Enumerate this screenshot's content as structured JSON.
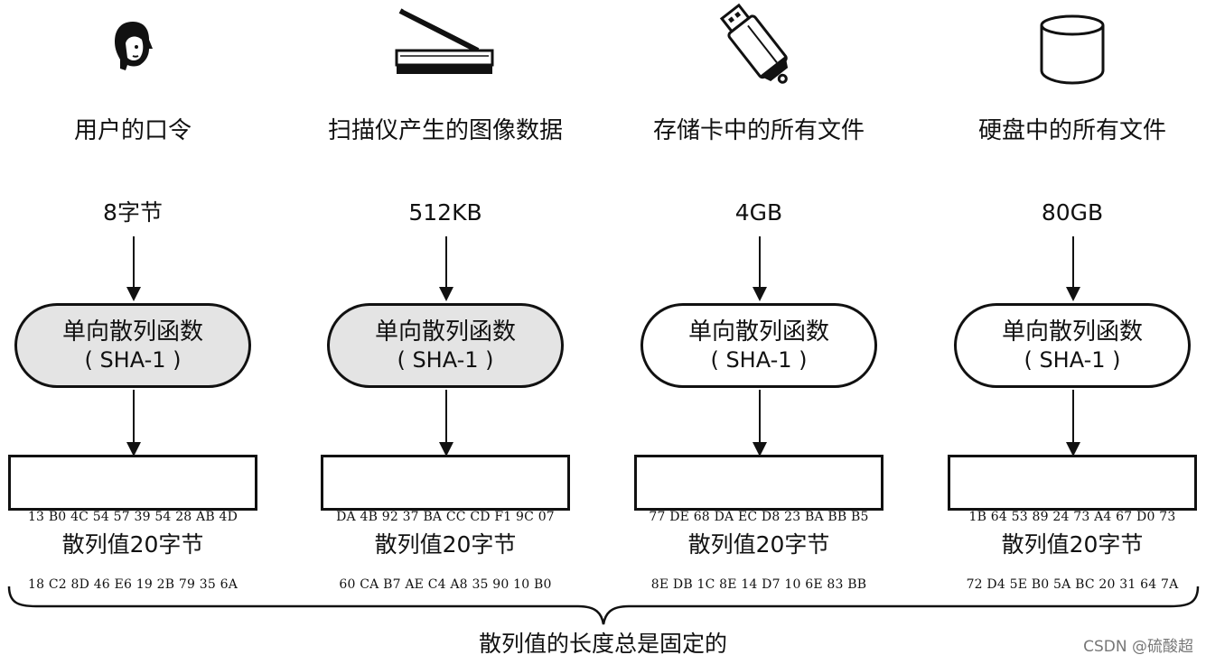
{
  "columns": [
    {
      "icon": "person-head-icon",
      "source": "用户的口令",
      "size": "8字节",
      "function": {
        "name": "单向散列函数",
        "algorithm": "( SHA-1 )",
        "shaded": true
      },
      "hash_rows": [
        "13 B0 4C 54 57 39 54 28 AB 4D",
        "18 C2 8D 46 E6 19 2B 79 35 6A"
      ],
      "hash_caption": "散列值20字节"
    },
    {
      "icon": "flatbed-scanner-icon",
      "source": "扫描仪产生的图像数据",
      "size": "512KB",
      "function": {
        "name": "单向散列函数",
        "algorithm": "( SHA-1 )",
        "shaded": true
      },
      "hash_rows": [
        "DA 4B 92 37 BA CC CD F1 9C 07",
        "60 CA B7 AE C4 A8 35 90 10 B0"
      ],
      "hash_caption": "散列值20字节"
    },
    {
      "icon": "usb-drive-icon",
      "source": "存储卡中的所有文件",
      "size": "4GB",
      "function": {
        "name": "单向散列函数",
        "algorithm": "( SHA-1 )",
        "shaded": false
      },
      "hash_rows": [
        "77 DE 68 DA EC D8 23 BA BB B5",
        "8E DB 1C 8E 14 D7 10 6E 83 BB"
      ],
      "hash_caption": "散列值20字节"
    },
    {
      "icon": "hard-disk-cylinder-icon",
      "source": "硬盘中的所有文件",
      "size": "80GB",
      "function": {
        "name": "单向散列函数",
        "algorithm": "( SHA-1 )",
        "shaded": false
      },
      "hash_rows": [
        "1B 64 53 89 24 73 A4 67 D0 73",
        "72 D4 5E B0 5A BC 20 31 64 7A"
      ],
      "hash_caption": "散列值20字节"
    }
  ],
  "conclusion": "散列值的长度总是固定的",
  "watermark": "CSDN @硫酸超",
  "colors": {
    "ink": "#111111",
    "shaded_fill": "#e4e4e4",
    "background": "#ffffff"
  }
}
